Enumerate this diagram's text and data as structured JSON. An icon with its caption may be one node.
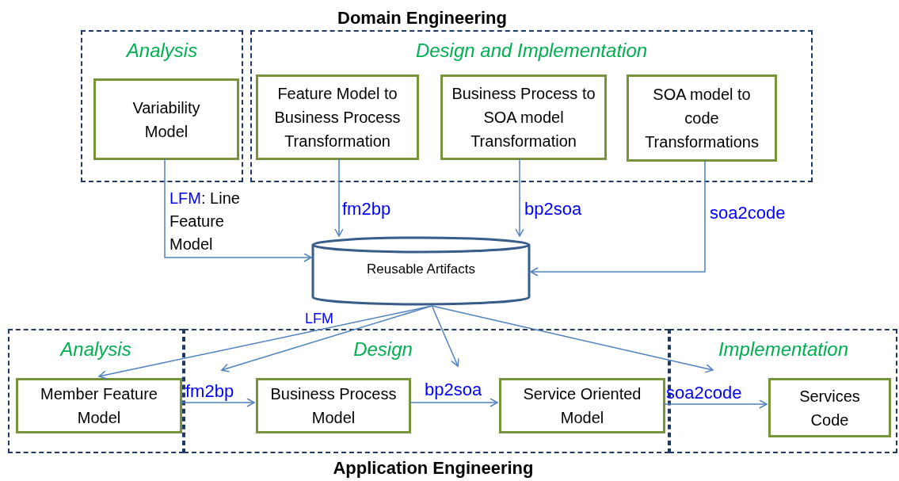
{
  "diagram": {
    "title": "Domain Engineering",
    "caption": "Application Engineering",
    "nodes": [
      {
        "text": [
          "Analysis"
        ]
      },
      {
        "text": [
          "Variability Model"
        ],
        "in": 0
      },
      {
        "text": [
          "Design and Implementation"
        ]
      },
      {
        "text": [
          "Feature Model to Business Process Transformation"
        ],
        "in": 2
      },
      {
        "text": [
          "Business Process to SOA model Transformation"
        ],
        "in": 2
      },
      {
        "text": [
          "SOA model to code Transformations"
        ],
        "in": 2
      },
      {
        "text": [
          "Reusable Artifacts"
        ]
      },
      {
        "text": [
          "Analysis"
        ]
      },
      {
        "text": [
          "Member Feature Model"
        ],
        "in": 7
      },
      {
        "text": [
          "Design"
        ]
      },
      {
        "text": [
          "Business Process Model"
        ],
        "in": 9
      },
      {
        "text": [
          "Service Oriented Model"
        ],
        "in": 9
      },
      {
        "text": [
          "Implementation"
        ]
      },
      {
        "text": [
          "Services Code"
        ],
        "in": 12
      }
    ],
    "edges": [
      {
        "from": 1,
        "to": 6,
        "arrow": "to",
        "label": "LFM: Line Feature Model"
      },
      {
        "from": 3,
        "to": 6,
        "arrow": "to",
        "label": "fm2bp"
      },
      {
        "from": 4,
        "to": 6,
        "arrow": "to",
        "label": "bp2soa"
      },
      {
        "from": 5,
        "to": 6,
        "arrow": "to",
        "label": "soa2code"
      },
      {
        "from": 6,
        "to": 8,
        "arrow": "to",
        "label": "LFM"
      },
      {
        "from": 6,
        "to": null,
        "arrow": "to"
      },
      {
        "from": 6,
        "to": null,
        "arrow": "to"
      },
      {
        "from": 6,
        "to": null,
        "arrow": "to"
      },
      {
        "from": 8,
        "to": 10,
        "arrow": "to",
        "label": "fm2bp"
      },
      {
        "from": 10,
        "to": 11,
        "arrow": "to",
        "label": "bp2soa"
      },
      {
        "from": 11,
        "to": 13,
        "arrow": "to",
        "label": "soa2code"
      }
    ]
  }
}
